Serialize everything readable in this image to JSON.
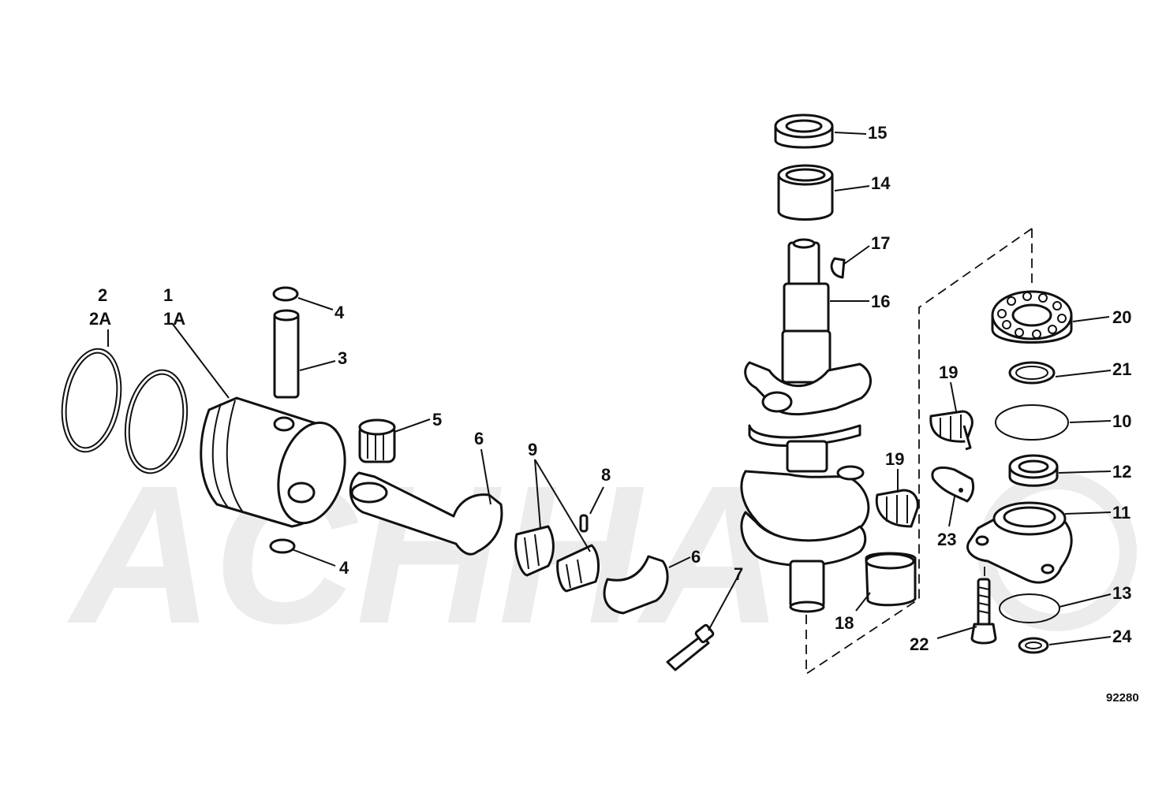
{
  "diagram": {
    "watermark": "ACHHA",
    "figure_code": "92280",
    "callouts": [
      {
        "id": "2",
        "text": "2"
      },
      {
        "id": "2A",
        "text": "2A"
      },
      {
        "id": "1",
        "text": "1"
      },
      {
        "id": "1A",
        "text": "1A"
      },
      {
        "id": "4a",
        "text": "4"
      },
      {
        "id": "3",
        "text": "3"
      },
      {
        "id": "4b",
        "text": "4"
      },
      {
        "id": "5",
        "text": "5"
      },
      {
        "id": "6a",
        "text": "6"
      },
      {
        "id": "9",
        "text": "9"
      },
      {
        "id": "8",
        "text": "8"
      },
      {
        "id": "6b",
        "text": "6"
      },
      {
        "id": "7",
        "text": "7"
      },
      {
        "id": "15",
        "text": "15"
      },
      {
        "id": "14",
        "text": "14"
      },
      {
        "id": "17",
        "text": "17"
      },
      {
        "id": "16",
        "text": "16"
      },
      {
        "id": "19a",
        "text": "19"
      },
      {
        "id": "19b",
        "text": "19"
      },
      {
        "id": "23",
        "text": "23"
      },
      {
        "id": "18",
        "text": "18"
      },
      {
        "id": "20",
        "text": "20"
      },
      {
        "id": "21",
        "text": "21"
      },
      {
        "id": "10",
        "text": "10"
      },
      {
        "id": "12",
        "text": "12"
      },
      {
        "id": "11",
        "text": "11"
      },
      {
        "id": "13",
        "text": "13"
      },
      {
        "id": "22",
        "text": "22"
      },
      {
        "id": "24",
        "text": "24"
      }
    ]
  }
}
